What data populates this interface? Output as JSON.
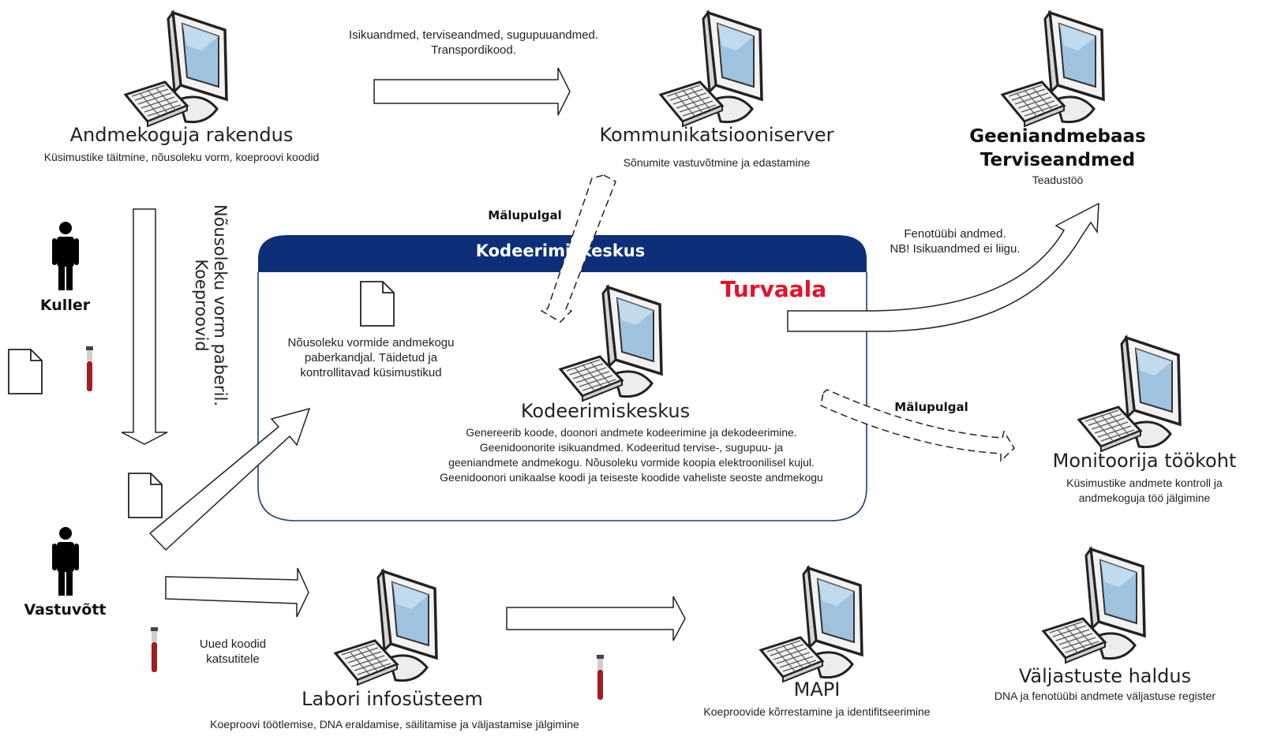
{
  "nodes": {
    "andmekoguja": {
      "title": "Andmekoguja rakendus",
      "subtitle": "Küsimustike täitmine, nõusoleku vorm, koeproovi koodid"
    },
    "kommunikatsiooniserver": {
      "title": "Kommunikatsiooniserver",
      "subtitle": "Sõnumite vastuvõtmine ja edastamine"
    },
    "geeniandmebaas": {
      "title_line1": "Geeniandmebaas",
      "title_line2": "Terviseandmed",
      "subtitle": "Teadustöö"
    },
    "kodeerimiskeskus": {
      "title": "Kodeerimiskeskus",
      "lines": [
        "Genereerib koode, doonori andmete kodeerimine ja dekodeerimine.",
        "Geenidoonorite isikuandmed. Kodeeritud tervise-, sugupuu- ja",
        "geeniandmete andmekogu. Nõusoleku vormide koopia elektroonilisel kujul.",
        "Geenidoonori unikaalse koodi ja teiseste koodide vaheliste seoste andmekogu"
      ]
    },
    "monitoorija": {
      "title": "Monitoorija töökoht",
      "subtitle_line1": "Küsimustike andmete kontroll ja",
      "subtitle_line2": "andmekoguja töö jälgimine"
    },
    "labori": {
      "title": "Labori infosüsteem",
      "subtitle": "Koeproovi töötlemise, DNA eraldamise, säilitamise ja väljastamise jälgimine"
    },
    "mapi": {
      "title": "MAPI",
      "subtitle": "Koeproovide kõrrestamine ja identifitseerimine"
    },
    "valjastuste": {
      "title": "Väljastuste haldus",
      "subtitle": "DNA ja fenotüübi andmete väljastuse register"
    }
  },
  "zone": {
    "header": "Kodeerimiskeskus",
    "label": "Turvaala",
    "paper_note": [
      "Nõusoleku vormide andmekogu",
      "paberkandjal. Täidetud ja",
      "kontrollitavad küsimustikud"
    ]
  },
  "persons": {
    "kuller": "Kuller",
    "vastuvott": "Vastuvõtt"
  },
  "flows": {
    "top_arrow": [
      "Isikuandmed, terviseandmed, sugupuuandmed.",
      "Transpordikood."
    ],
    "vertical_arrow": [
      "Nõusoleku vorm paberil.",
      "Koeproovid"
    ],
    "usb_top": "Mälupulgal",
    "usb_right": "Mälupulgal",
    "fenotyyp": [
      "Fenotüübi andmed.",
      "NB! Isikuandmed ei liigu."
    ],
    "uued_koodid": [
      "Uued koodid",
      "katsutitele"
    ]
  },
  "colors": {
    "zone_header": "#0d2f78",
    "zone_border": "#1f3f7a",
    "turvaala": "#e8102a",
    "tube": "#a11d22"
  }
}
